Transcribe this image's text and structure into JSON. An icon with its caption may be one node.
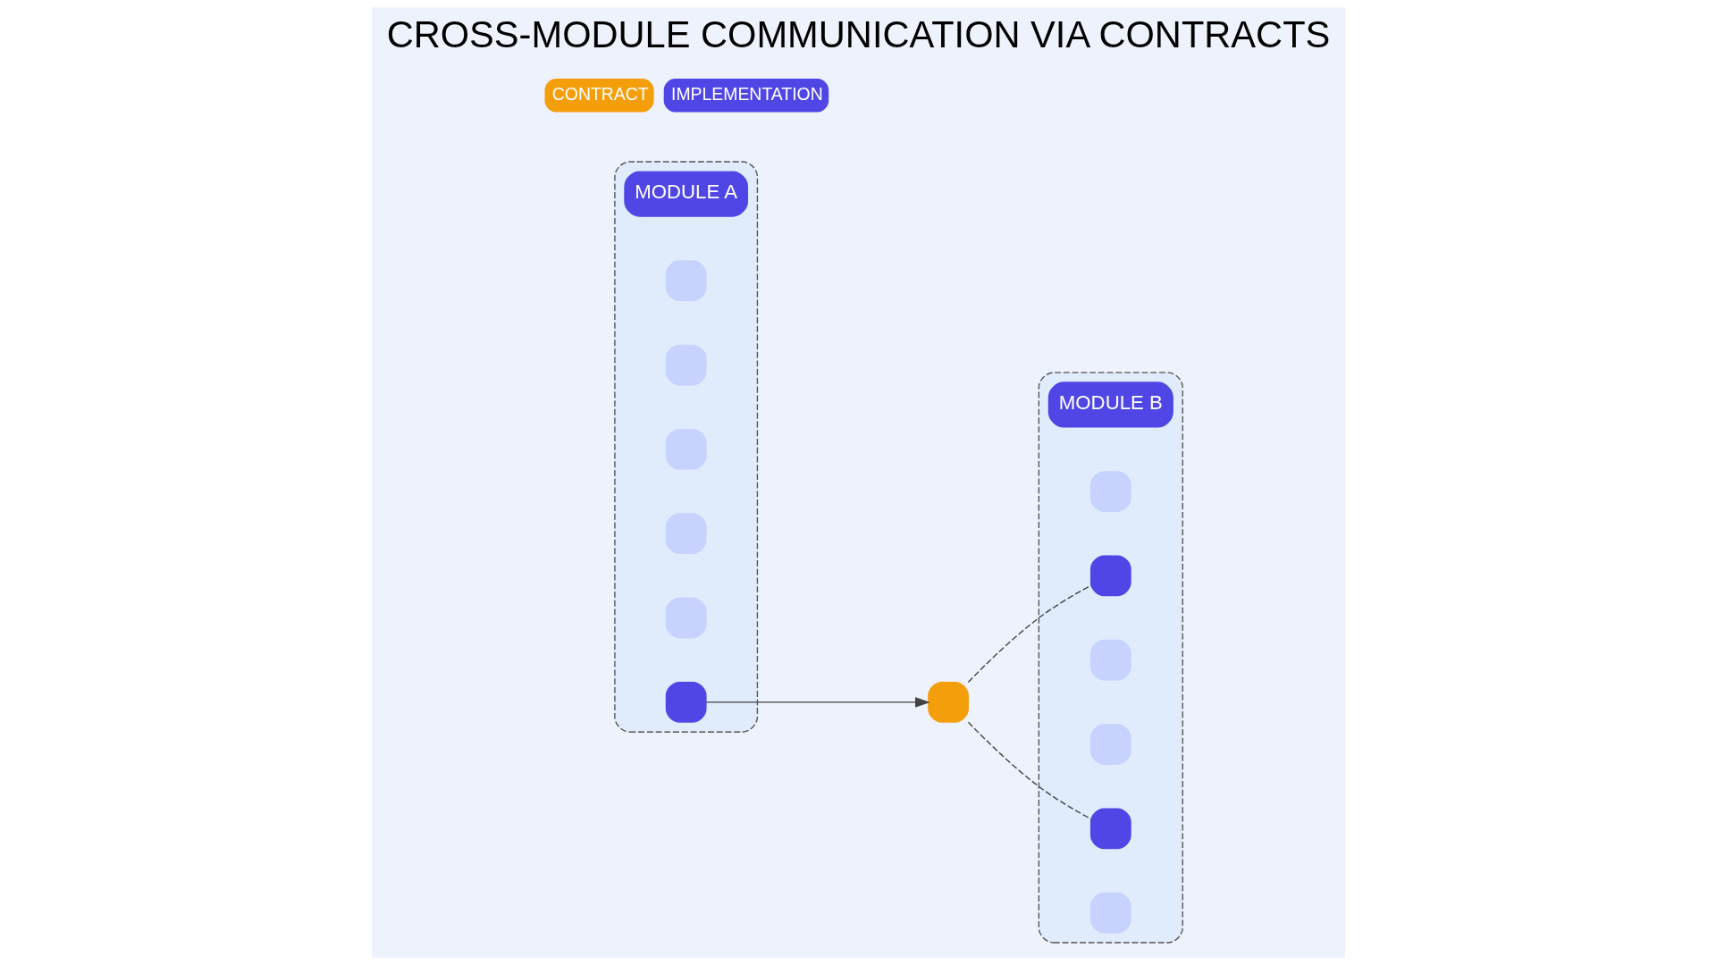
{
  "diagram": {
    "title": "CROSS-MODULE COMMUNICATION VIA CONTRACTS",
    "nodes": [
      {
        "text": [
          "MODULE A"
        ]
      },
      {
        "text": [],
        "shape": "box",
        "in": 0
      },
      {
        "text": [],
        "shape": "box",
        "in": 0
      },
      {
        "text": [],
        "shape": "box",
        "in": 0
      },
      {
        "text": [],
        "shape": "box",
        "in": 0
      },
      {
        "text": [],
        "shape": "box",
        "in": 0
      },
      {
        "text": [],
        "shape": "box",
        "in": 0
      },
      {
        "text": [],
        "shape": "box"
      },
      {
        "text": [
          "MODULE B"
        ]
      },
      {
        "text": [],
        "shape": "box",
        "in": 8
      },
      {
        "text": [],
        "shape": "box",
        "in": 8
      },
      {
        "text": [],
        "shape": "box",
        "in": 8
      },
      {
        "text": [],
        "shape": "box",
        "in": 8
      },
      {
        "text": [],
        "shape": "box",
        "in": 8
      },
      {
        "text": [],
        "shape": "box",
        "in": 8
      }
    ],
    "edges": [
      {
        "from": 6,
        "to": 7,
        "arrow": "to"
      },
      {
        "from": 7,
        "to": 10,
        "arrow": "none",
        "style": "dashed"
      },
      {
        "from": 7,
        "to": 13,
        "arrow": "none",
        "style": "dashed"
      }
    ],
    "legend": [
      {
        "text": "CONTRACT",
        "color": "#f59e0b"
      },
      {
        "text": "IMPLEMENTATION",
        "color": "#4f46e5"
      }
    ]
  }
}
